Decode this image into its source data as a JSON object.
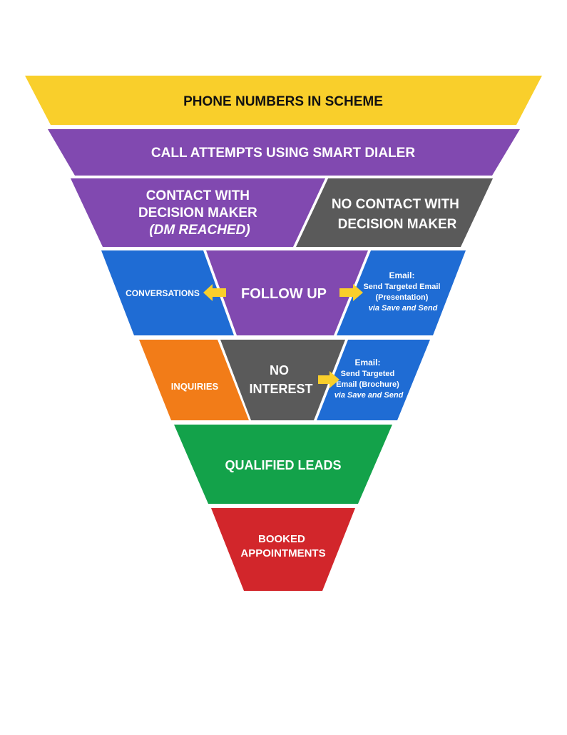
{
  "funnel": {
    "levels": {
      "phone_numbers": {
        "label": "PHONE NUMBERS IN SCHEME",
        "color": "#F9CF2B",
        "text_color": "#111111"
      },
      "call_attempts": {
        "label": "CALL ATTEMPTS USING SMART DIALER",
        "color": "#8149B0",
        "text_color": "#FFFFFF"
      },
      "contact_dm": {
        "lines": [
          "CONTACT WITH",
          "DECISION MAKER",
          "(DM REACHED)"
        ],
        "color": "#8149B0",
        "text_color": "#FFFFFF"
      },
      "no_contact_dm": {
        "lines": [
          "NO CONTACT WITH",
          "DECISION MAKER"
        ],
        "color": "#5A5A5A",
        "text_color": "#FFFFFF"
      },
      "conversations": {
        "label": "CONVERSATIONS",
        "color": "#1F6CD4",
        "text_color": "#FFFFFF"
      },
      "follow_up": {
        "label": "FOLLOW UP",
        "color": "#8149B0",
        "text_color": "#FFFFFF"
      },
      "email_presentation": {
        "lines": [
          "Email:",
          "Send Targeted Email",
          "(Presentation)",
          "via Save and Send"
        ],
        "color": "#1F6CD4",
        "text_color": "#FFFFFF"
      },
      "inquiries": {
        "label": "INQUIRIES",
        "color": "#F27C18",
        "text_color": "#FFFFFF"
      },
      "no_interest": {
        "lines": [
          "NO",
          "INTEREST"
        ],
        "color": "#5A5A5A",
        "text_color": "#FFFFFF"
      },
      "email_brochure": {
        "lines": [
          "Email:",
          "Send Targeted",
          "Email (Brochure)",
          "via Save and Send"
        ],
        "color": "#1F6CD4",
        "text_color": "#FFFFFF"
      },
      "qualified_leads": {
        "label": "QUALIFIED LEADS",
        "color": "#13A24A",
        "text_color": "#FFFFFF"
      },
      "booked_appointments": {
        "lines": [
          "BOOKED",
          "APPOINTMENTS"
        ],
        "color": "#D2262B",
        "text_color": "#FFFFFF"
      }
    },
    "arrow_color": "#F9CF2B"
  }
}
